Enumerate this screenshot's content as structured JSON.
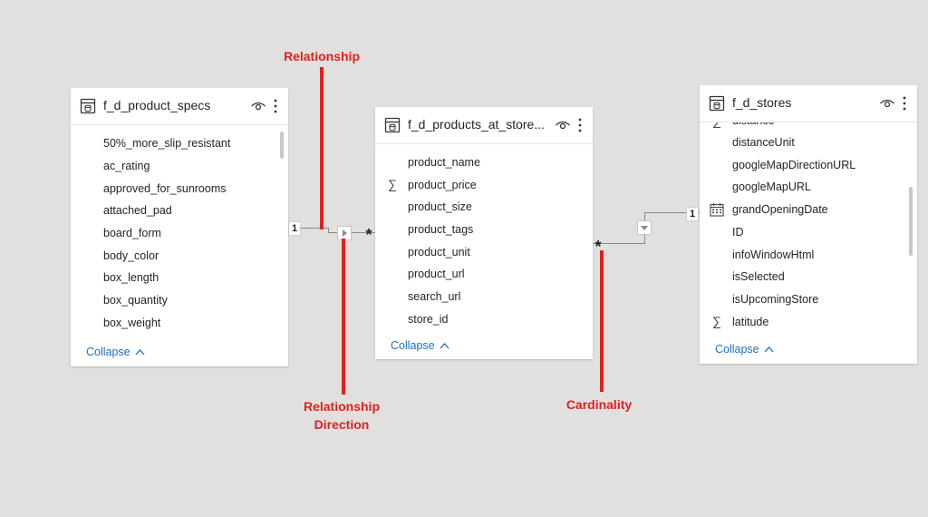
{
  "tables": [
    {
      "name": "f_d_product_specs",
      "fields": [
        "50%_more_slip_resistant",
        "ac_rating",
        "approved_for_sunrooms",
        "attached_pad",
        "board_form",
        "body_color",
        "box_length",
        "box_quantity",
        "box_weight"
      ],
      "collapse_label": "Collapse"
    },
    {
      "name": "f_d_products_at_store...",
      "fields": [
        "product_name",
        "product_price",
        "product_size",
        "product_tags",
        "product_unit",
        "product_url",
        "search_url",
        "store_id"
      ],
      "field_icons": [
        "",
        "sigma-icon",
        "",
        "",
        "",
        "",
        "",
        ""
      ],
      "collapse_label": "Collapse"
    },
    {
      "name": "f_d_stores",
      "fields": [
        "distance",
        "distanceUnit",
        "googleMapDirectionURL",
        "googleMapURL",
        "grandOpeningDate",
        "ID",
        "infoWindowHtml",
        "isSelected",
        "isUpcomingStore",
        "latitude"
      ],
      "field_icons": [
        "sigma-icon",
        "",
        "",
        "",
        "calendar-icon",
        "",
        "",
        "",
        "",
        "sigma-icon"
      ],
      "collapse_label": "Collapse"
    }
  ],
  "relationships": [
    {
      "from_cardinality": "1",
      "to_cardinality": "*"
    },
    {
      "from_cardinality": "*",
      "to_cardinality": "1"
    }
  ],
  "annotations": {
    "relationship": "Relationship",
    "relationship_direction_line1": "Relationship",
    "relationship_direction_line2": "Direction",
    "cardinality": "Cardinality"
  },
  "colors": {
    "background": "#e2e0de",
    "annotation": "#e02020",
    "link": "#1f6fbd",
    "card": "#ffffff"
  }
}
